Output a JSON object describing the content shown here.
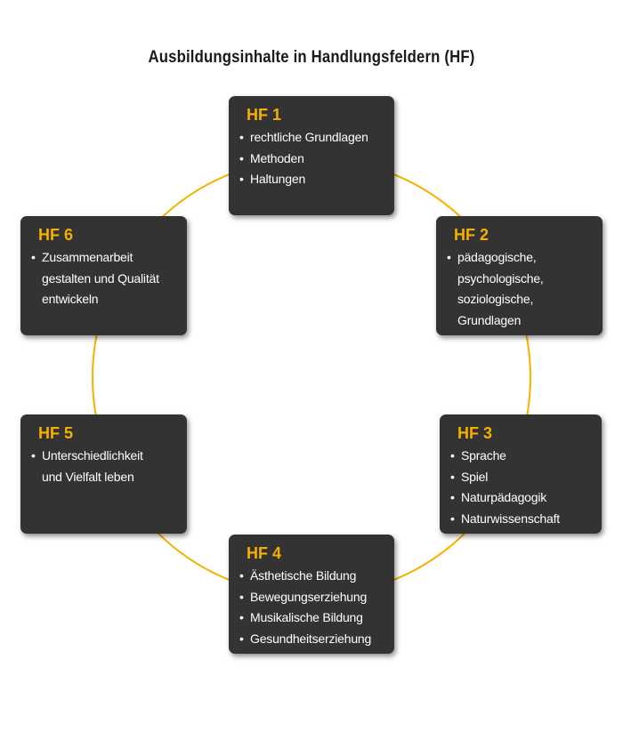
{
  "title": "Ausbildungsinhalte in Handlungsfeldern (HF)",
  "colors": {
    "box_bg": "#333333",
    "heading": "#f5b000",
    "ring": "#f5b000",
    "text": "#ffffff"
  },
  "fields": [
    {
      "label": "HF 1",
      "items": [
        "rechtliche Grundlagen",
        "Methoden",
        "Haltungen"
      ]
    },
    {
      "label": "HF 2",
      "items": [
        "pädagogische, psychologische, soziologische, Grundlagen"
      ]
    },
    {
      "label": "HF 3",
      "items": [
        "Sprache",
        "Spiel",
        "Naturpädagogik",
        "Naturwissenschaft"
      ]
    },
    {
      "label": "HF 4",
      "items": [
        "Ästhetische Bildung",
        "Bewegungserziehung",
        "Musikalische Bildung",
        "Gesundheitserziehung"
      ]
    },
    {
      "label": "HF 5",
      "items": [
        "Unterschiedlichkeit und Vielfalt leben"
      ]
    },
    {
      "label": "HF 6",
      "items": [
        "Zusammenarbeit gestalten und Qualität entwickeln"
      ]
    }
  ]
}
